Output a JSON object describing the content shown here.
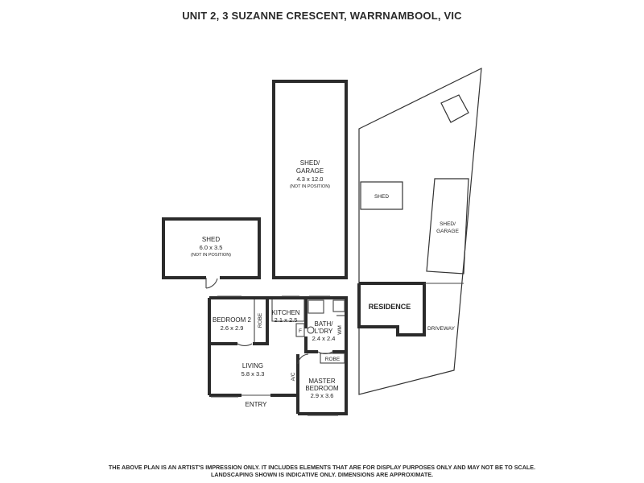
{
  "title": "UNIT 2, 3 SUZANNE CRESCENT, WARRNAMBOOL, VIC",
  "rooms": {
    "garage": {
      "name_1": "SHED/",
      "name_2": "GARAGE",
      "dims": "4.3 x 12.0",
      "note": "(NOT IN POSITION)"
    },
    "shed": {
      "name": "SHED",
      "dims": "6.0 x 3.5",
      "note": "(NOT IN POSITION)"
    },
    "bedroom2": {
      "name": "BEDROOM 2",
      "dims": "2.6 x 2.9"
    },
    "robe1": {
      "name": "ROBE"
    },
    "kitchen": {
      "name": "KITCHEN",
      "dims": "2.1 x 2.5"
    },
    "fridge": {
      "name": "F"
    },
    "bath": {
      "name_1": "BATH/",
      "name_2": "L'DRY",
      "dims": "2.4 x 2.4"
    },
    "wm": {
      "name": "WM"
    },
    "living": {
      "name": "LIVING",
      "dims": "5.8 x 3.3"
    },
    "robe2": {
      "name": "ROBE"
    },
    "master": {
      "name_1": "MASTER",
      "name_2": "BEDROOM",
      "dims": "2.9 x 3.6"
    },
    "ac": {
      "name": "A/C"
    },
    "entry": {
      "name": "ENTRY"
    }
  },
  "site": {
    "shed": "SHED",
    "shed_garage_1": "SHED/",
    "shed_garage_2": "GARAGE",
    "residence": "RESIDENCE",
    "driveway": "DRIVEWAY"
  },
  "disclaimer": {
    "line1": "THE ABOVE PLAN IS AN ARTIST'S IMPRESSION ONLY. IT INCLUDES ELEMENTS THAT ARE FOR DISPLAY PURPOSES ONLY AND MAY NOT BE TO SCALE.",
    "line2": "LANDSCAPING SHOWN IS INDICATIVE ONLY. DIMENSIONS ARE APPROXIMATE."
  }
}
